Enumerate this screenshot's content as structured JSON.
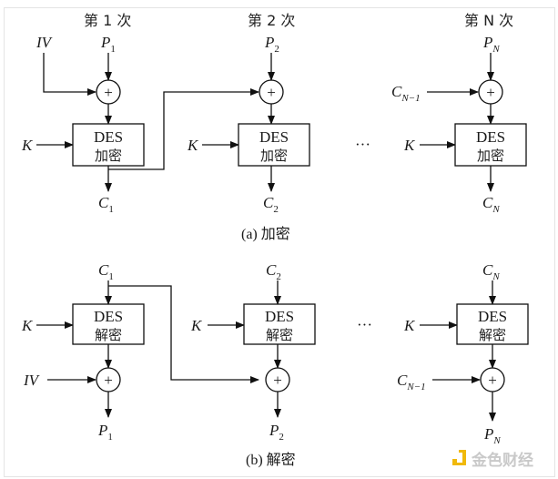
{
  "encryption": {
    "caption": "(a)  加密",
    "stages": [
      {
        "header": "第 1 次",
        "plaintext": "P",
        "plaintext_sub": "1",
        "chain_in": "IV",
        "chain_in_sub": "",
        "key": "K",
        "block_line1": "DES",
        "block_line2": "加密",
        "ciphertext": "C",
        "ciphertext_sub": "1"
      },
      {
        "header": "第 2 次",
        "plaintext": "P",
        "plaintext_sub": "2",
        "chain_in": "",
        "chain_in_sub": "",
        "key": "K",
        "block_line1": "DES",
        "block_line2": "加密",
        "ciphertext": "C",
        "ciphertext_sub": "2"
      },
      {
        "header": "第 N 次",
        "plaintext": "P",
        "plaintext_sub": "N",
        "chain_in": "C",
        "chain_in_sub": "N−1",
        "key": "K",
        "block_line1": "DES",
        "block_line2": "加密",
        "ciphertext": "C",
        "ciphertext_sub": "N"
      }
    ],
    "ellipsis": "···"
  },
  "decryption": {
    "caption": "(b)  解密",
    "stages": [
      {
        "ciphertext": "C",
        "ciphertext_sub": "1",
        "key": "K",
        "block_line1": "DES",
        "block_line2": "解密",
        "chain_in": "IV",
        "chain_in_sub": "",
        "plaintext": "P",
        "plaintext_sub": "1"
      },
      {
        "ciphertext": "C",
        "ciphertext_sub": "2",
        "key": "K",
        "block_line1": "DES",
        "block_line2": "解密",
        "chain_in": "",
        "chain_in_sub": "",
        "plaintext": "P",
        "plaintext_sub": "2"
      },
      {
        "ciphertext": "C",
        "ciphertext_sub": "N",
        "key": "K",
        "block_line1": "DES",
        "block_line2": "解密",
        "chain_in": "C",
        "chain_in_sub": "N−1",
        "plaintext": "P",
        "plaintext_sub": "N"
      }
    ],
    "ellipsis": "···"
  },
  "xor_symbol": "+",
  "watermark": {
    "text": "金色财经",
    "logo_color": "#f0b90b"
  }
}
